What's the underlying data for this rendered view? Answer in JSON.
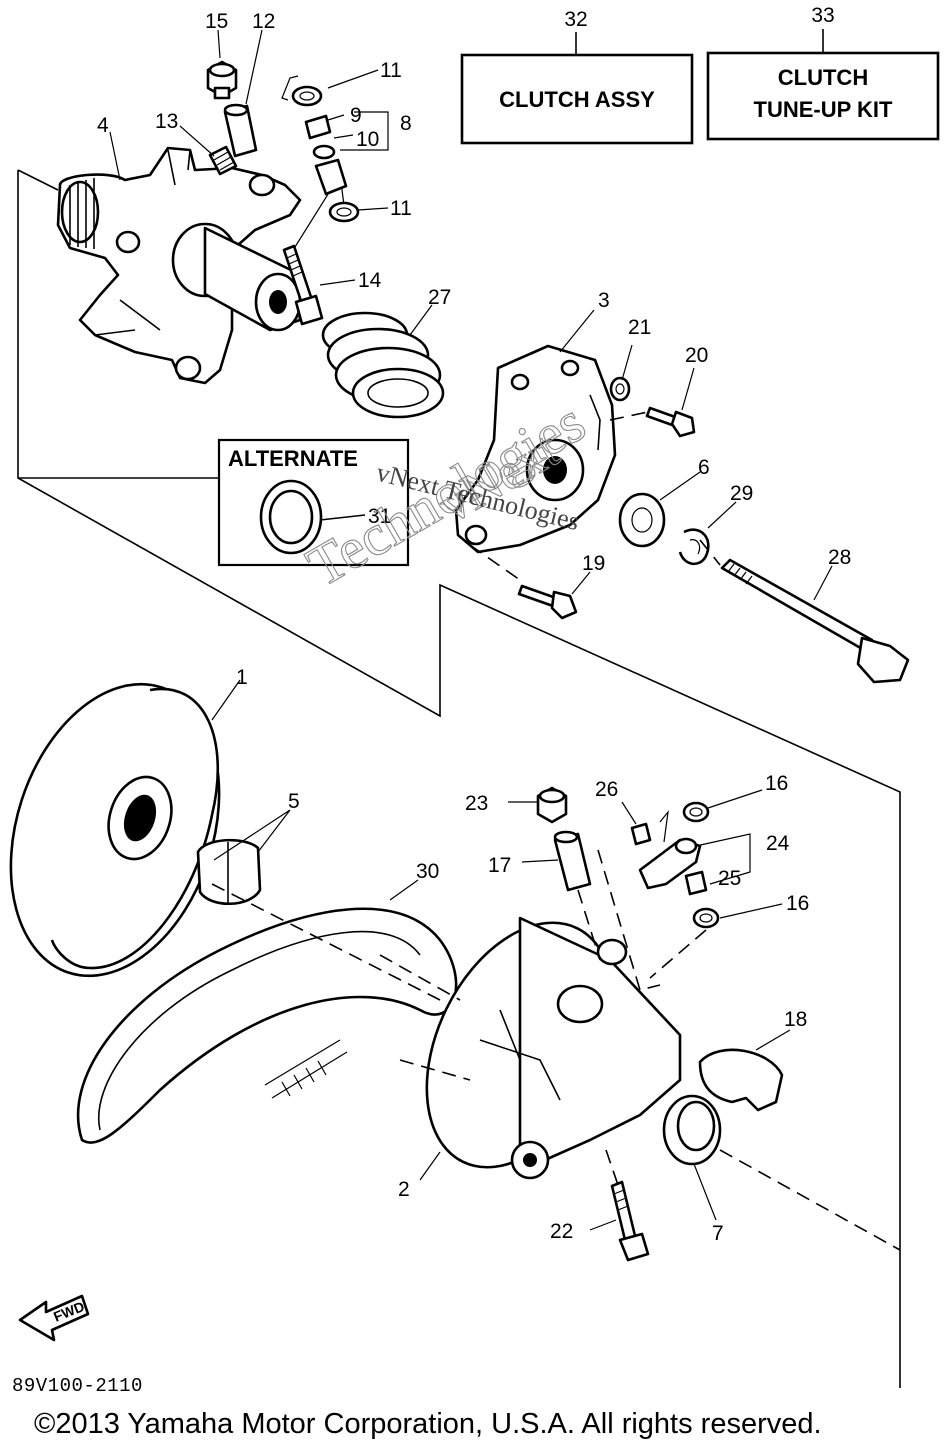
{
  "boxes": {
    "clutch_assy": {
      "number": "32",
      "label": "CLUTCH ASSY"
    },
    "tune_up_kit": {
      "number": "33",
      "line1": "CLUTCH",
      "line2": "TUNE-UP KIT"
    },
    "alternate": {
      "label": "ALTERNATE",
      "part": "31"
    }
  },
  "callouts": {
    "p1": "1",
    "p2": "2",
    "p3": "3",
    "p4": "4",
    "p5": "5",
    "p6": "6",
    "p7": "7",
    "p8": "8",
    "p9": "9",
    "p10": "10",
    "p11a": "11",
    "p11b": "11",
    "p12": "12",
    "p13": "13",
    "p14": "14",
    "p15": "15",
    "p16a": "16",
    "p16b": "16",
    "p17": "17",
    "p18": "18",
    "p19": "19",
    "p20": "20",
    "p21": "21",
    "p22": "22",
    "p23": "23",
    "p24": "24",
    "p25": "25",
    "p26": "26",
    "p27": "27",
    "p28": "28",
    "p29": "29",
    "p30": "30"
  },
  "fwd_label": "FWD",
  "watermark": {
    "line1": "vNext",
    "line2": "Technologies",
    "inline": "vNext Technologies"
  },
  "diagram_code": "89V100-2110",
  "copyright": "©2013 Yamaha Motor Corporation, U.S.A. All rights reserved."
}
